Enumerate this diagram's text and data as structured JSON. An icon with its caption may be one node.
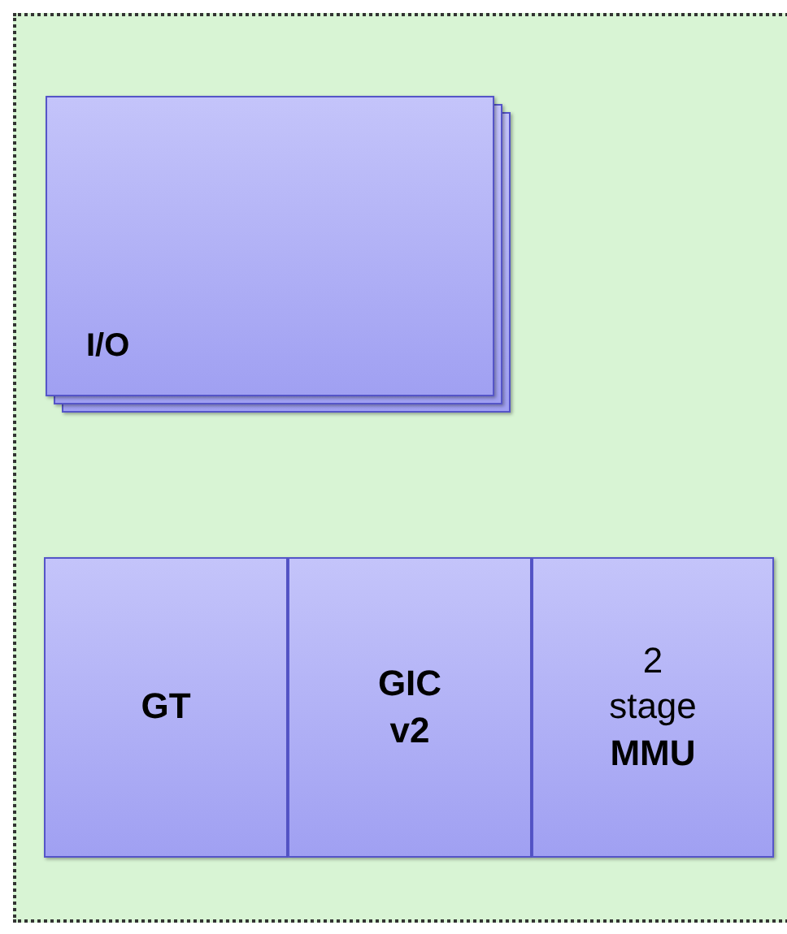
{
  "diagram": {
    "nodes": [
      {
        "text": [],
        "shape": "box"
      },
      {
        "text": [
          "I/O"
        ],
        "in": 0
      },
      {
        "text": [
          "GT"
        ],
        "in": 0
      },
      {
        "text": [
          "GIC v2"
        ],
        "in": 0
      },
      {
        "text": [
          "2 stage **MMU**"
        ],
        "in": 0
      }
    ]
  }
}
